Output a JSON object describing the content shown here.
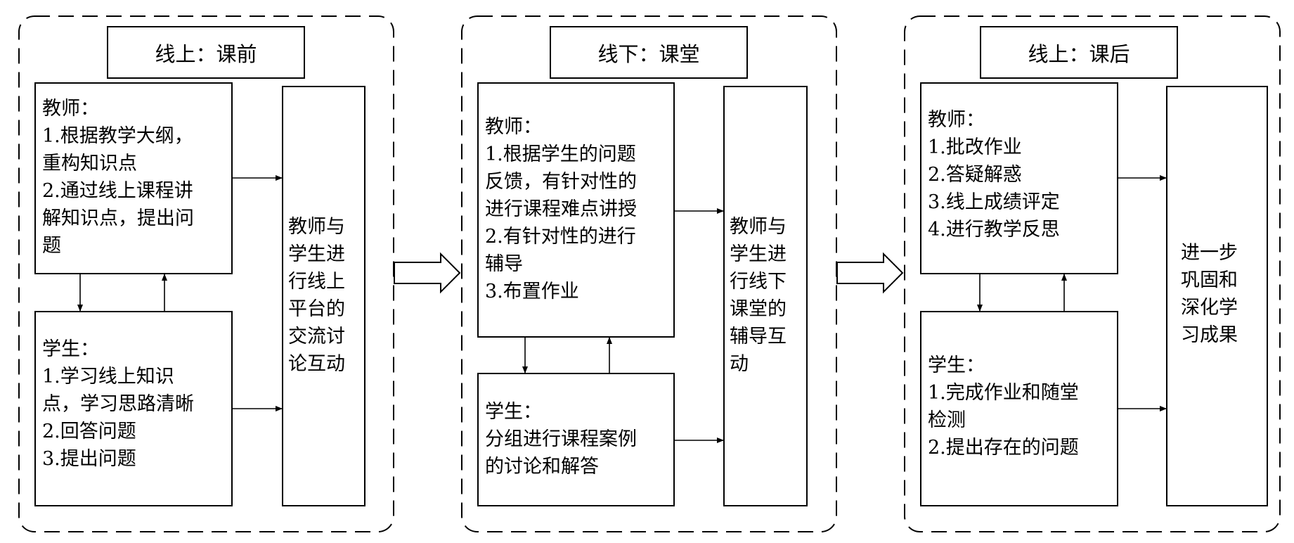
{
  "panels": [
    {
      "title": "线上：课前",
      "teacher": [
        "教师：",
        "1.根据教学大纲，",
        "重构知识点",
        "2.通过线上课程讲",
        "解知识点，提出问",
        "题"
      ],
      "student": [
        "学生：",
        "1.学习线上知识",
        "点，学习思路清晰",
        "2.回答问题",
        "3.提出问题"
      ],
      "result": [
        "教师与",
        "学生进",
        "行线上",
        "平台的",
        "交流讨",
        "论互动"
      ]
    },
    {
      "title": "线下：课堂",
      "teacher": [
        "教师：",
        "1.根据学生的问题",
        "反馈，有针对性的",
        "进行课程难点讲授",
        "2.有针对性的进行",
        "辅导",
        "3.布置作业"
      ],
      "student": [
        "学生：",
        "分组进行课程案例",
        "的讨论和解答"
      ],
      "result": [
        "教师与",
        "学生进",
        "行线下",
        "课堂的",
        "辅导互",
        "动"
      ]
    },
    {
      "title": "线上：课后",
      "teacher": [
        "教师：",
        "1.批改作业",
        "2.答疑解惑",
        "3.线上成绩评定",
        "4.进行教学反思"
      ],
      "student": [
        "学生：",
        "1.完成作业和随堂",
        "检测",
        "2.提出存在的问题"
      ],
      "result": [
        "进一步",
        "巩固和",
        "深化学",
        "习成果"
      ]
    }
  ]
}
